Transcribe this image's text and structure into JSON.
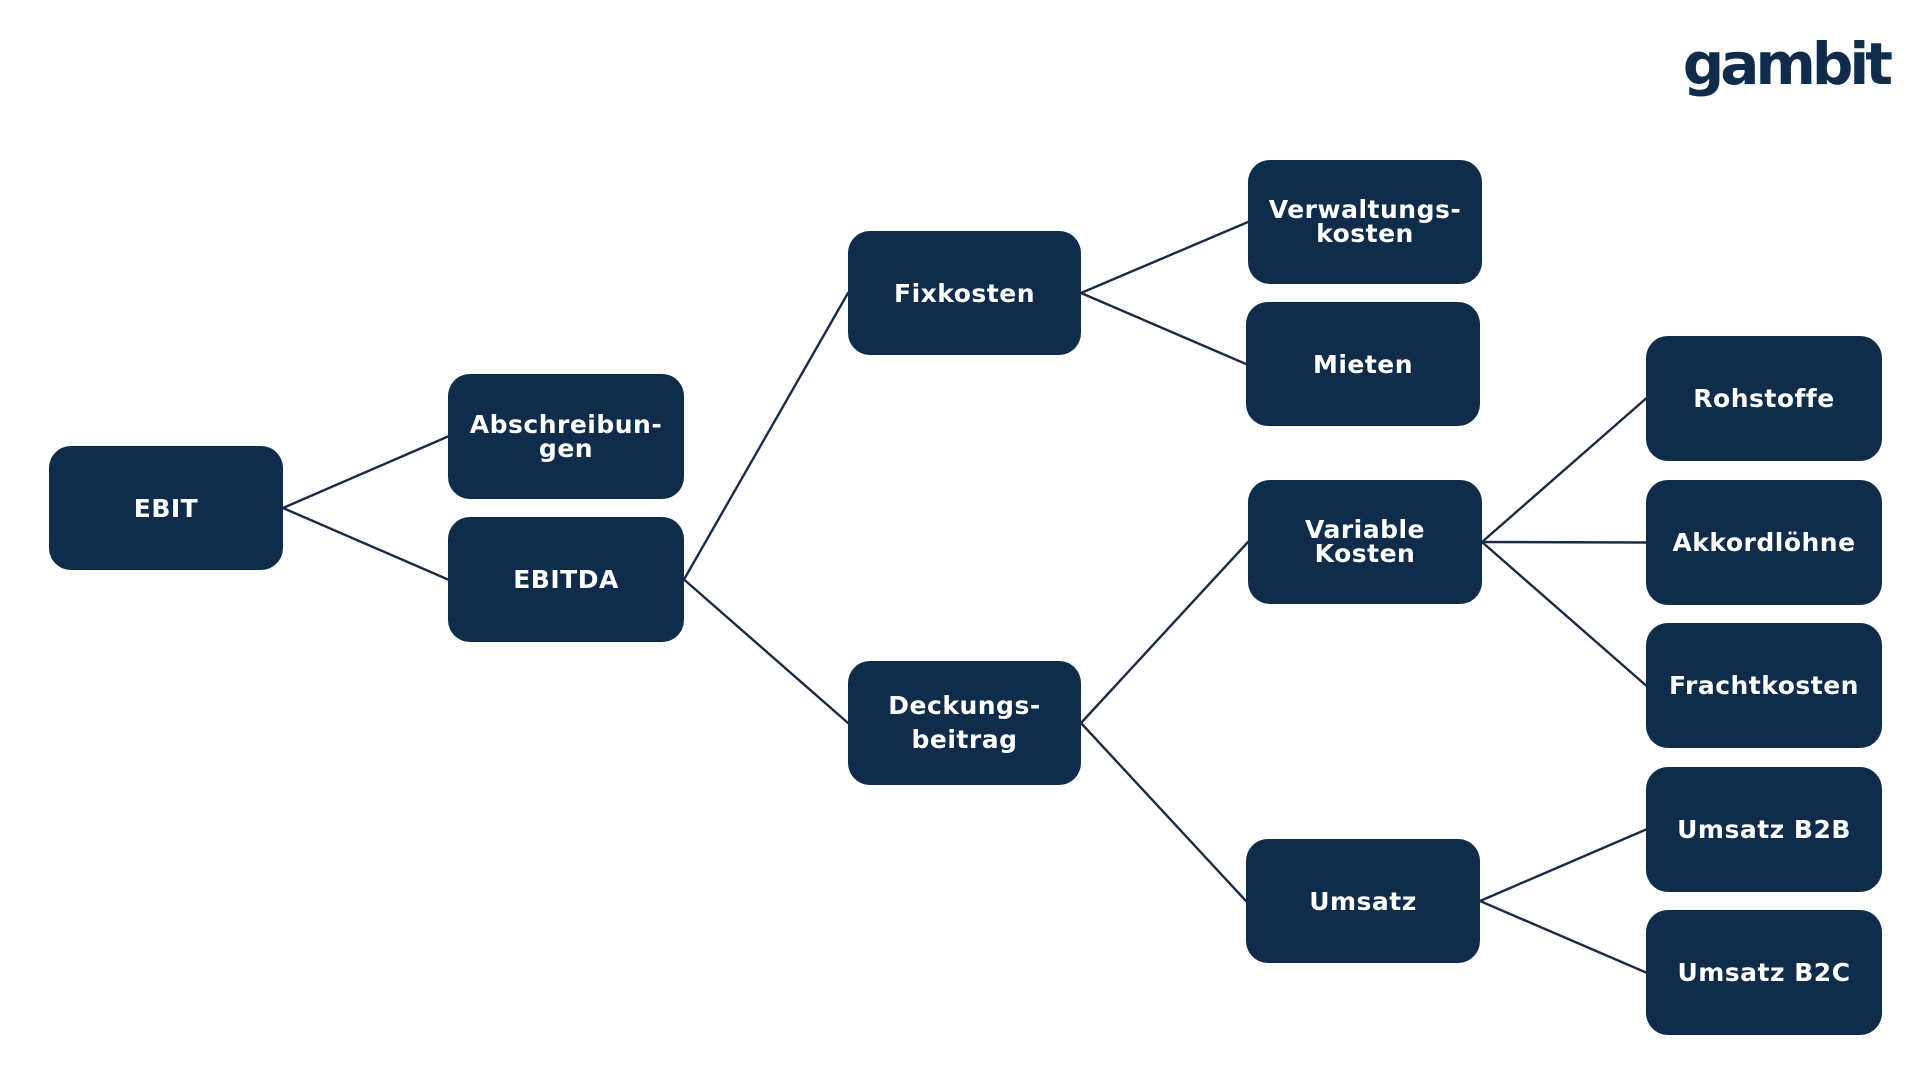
{
  "logo": "gambit",
  "colors": {
    "node_fill": "#0f2d4a",
    "node_text": "#ffffff",
    "connector": "#1c2b45",
    "background": "#ffffff",
    "logo": "#0f2d4a"
  },
  "nodes": {
    "ebit": "EBIT",
    "abschreibungen": "Abschreibun-\ngen",
    "ebitda": "EBITDA",
    "fixkosten": "Fixkosten",
    "deckungsbeitrag": "Deckungs-\nbeitrag",
    "verwaltungskosten": "Verwaltungs-\nkosten",
    "mieten": "Mieten",
    "variable_kosten": "Variable\nKosten",
    "umsatz": "Umsatz",
    "rohstoffe": "Rohstoffe",
    "akkordloehne": "Akkordlöhne",
    "frachtkosten": "Frachtkosten",
    "umsatz_b2b": "Umsatz B2B",
    "umsatz_b2c": "Umsatz B2C"
  },
  "edges": [
    [
      "ebit",
      "abschreibungen"
    ],
    [
      "ebit",
      "ebitda"
    ],
    [
      "ebitda",
      "fixkosten"
    ],
    [
      "ebitda",
      "deckungsbeitrag"
    ],
    [
      "fixkosten",
      "verwaltungskosten"
    ],
    [
      "fixkosten",
      "mieten"
    ],
    [
      "deckungsbeitrag",
      "variable_kosten"
    ],
    [
      "deckungsbeitrag",
      "umsatz"
    ],
    [
      "variable_kosten",
      "rohstoffe"
    ],
    [
      "variable_kosten",
      "akkordloehne"
    ],
    [
      "variable_kosten",
      "frachtkosten"
    ],
    [
      "umsatz",
      "umsatz_b2b"
    ],
    [
      "umsatz",
      "umsatz_b2c"
    ]
  ]
}
